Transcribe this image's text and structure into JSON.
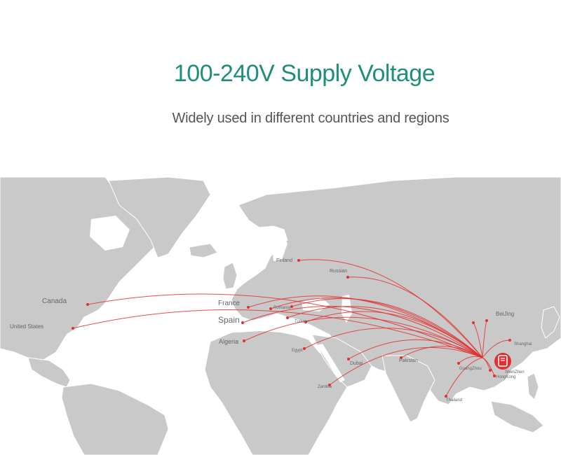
{
  "heading": {
    "title": "100-240V Supply Voltage",
    "subtitle": "Widely used in different countries and regions"
  },
  "map": {
    "route_color": "#e0302f",
    "land_color": "#c9c9c9",
    "water_color": "#ffffff",
    "hub_icon": "device-badge-icon",
    "labels": {
      "finland": "Finland",
      "russian": "Russian",
      "canada": "Canada",
      "united_states": "United States",
      "france": "France",
      "spain": "Spain",
      "romania": "Romania",
      "turkey": "Turkey",
      "algeria": "Algeria",
      "egypt": "Egypt",
      "dubai": "Dubai",
      "pakistan": "Pakistan",
      "zambia": "Zambia",
      "beijing": "BeiJing",
      "shanghai": "Shanghai",
      "guangzhou": "GuangZhou",
      "shenzhen": "ShenZhen",
      "hongkong": "HongKong",
      "thailand": "Thailand"
    }
  }
}
